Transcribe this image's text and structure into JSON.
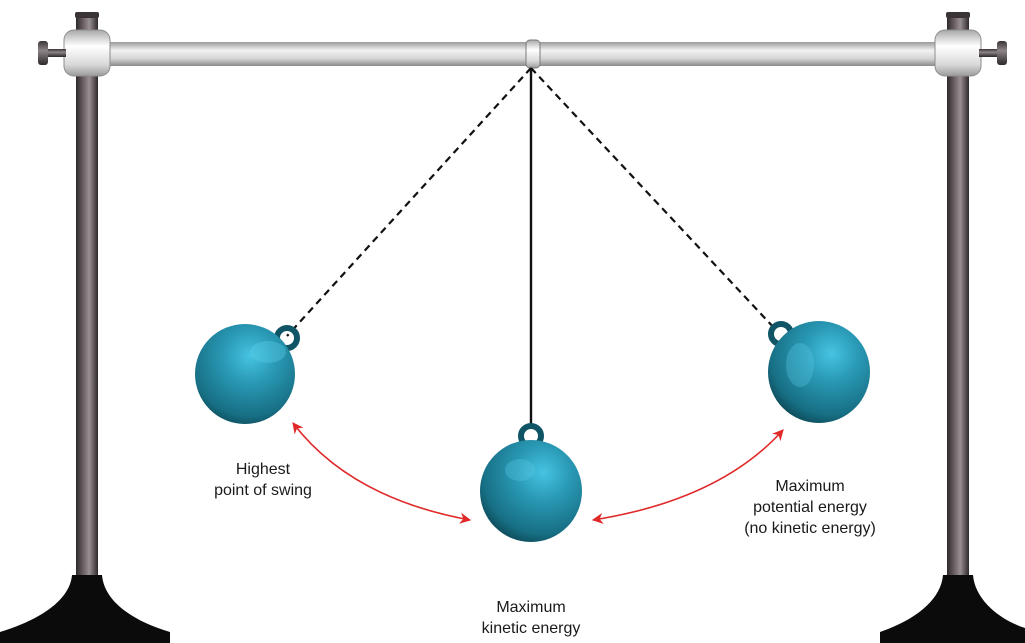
{
  "labels": {
    "highest": [
      "Highest",
      "point of swing"
    ],
    "potential": [
      "Maximum",
      "potential energy",
      "(no kinetic energy)"
    ],
    "kinetic": [
      "Maximum",
      "kinetic energy"
    ]
  },
  "colors": {
    "ball": "#2a98b4",
    "ball_highlight": "#3fb8d6",
    "ball_shadow": "#0f5566",
    "arrow": "#e02a2a",
    "string": "#111111",
    "pole": "#4a4245",
    "base": "#0b0b0b",
    "bar": "#cfcfcf"
  },
  "icons": {
    "left_knob": "knob-icon",
    "right_knob": "knob-icon",
    "arrows": "double-headed-arrow-icon"
  }
}
